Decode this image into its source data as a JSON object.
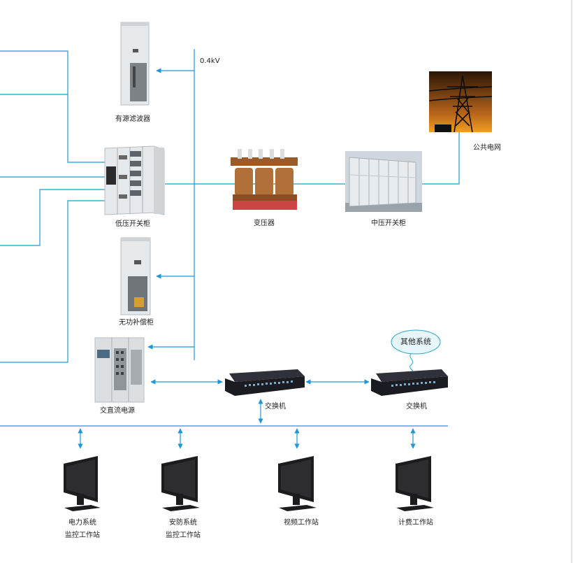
{
  "labels": {
    "active_filter": "有源滤波器",
    "voltage": "0.4kV",
    "lv_switchgear": "低压开关柜",
    "transformer": "变压器",
    "mv_switchgear": "中压开关柜",
    "public_grid": "公共电网",
    "var_compensation": "无功补偿柜",
    "acdc_power": "交直流电源",
    "switch_1": "交换机",
    "switch_2": "交换机",
    "other_systems": "其他系统",
    "ws_power_line1": "电力系统",
    "ws_power_line2": "监控工作站",
    "ws_security_line1": "安防系统",
    "ws_security_line2": "监控工作站",
    "ws_video": "视频工作站",
    "ws_billing": "计费工作站"
  },
  "colors": {
    "line": "#1f97d4",
    "cabinet": "#e6e9ec",
    "cabinet_edge": "#b7bcc2",
    "transformer_core": "#b07038",
    "switch_body": "#1a1c22",
    "monitor_body": "#1c1c1e",
    "bubble_fill": "#e6f6fb",
    "bubble_stroke": "#2aa3cc",
    "sky_top": "#2a1506",
    "sky_bottom": "#f0a020"
  }
}
